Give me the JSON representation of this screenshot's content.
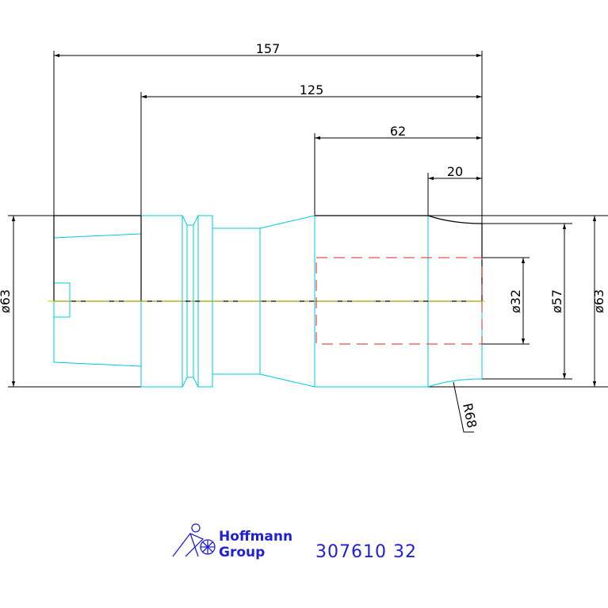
{
  "dimensions": {
    "length_157": "157",
    "length_125": "125",
    "length_62": "62",
    "length_20": "20",
    "dia_left": "ø63",
    "dia_32": "ø32",
    "dia_57": "ø57",
    "dia_right": "ø63",
    "radius": "R68"
  },
  "logo": {
    "line1": "Hoffmann",
    "line2": "Group"
  },
  "part_number": "307610 32",
  "colors": {
    "outline": "#000000",
    "body": "#00c8e0",
    "hidden_bore": "#e02020",
    "centerline": "#c8c800",
    "brand": "#2020d8"
  }
}
